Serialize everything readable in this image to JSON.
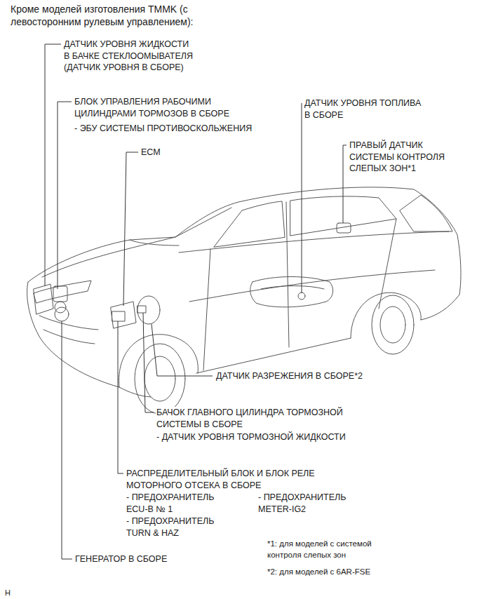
{
  "diagram": {
    "title": "Кроме моделей изготовления TMMK (с левосторонним рулевым управлением):",
    "labels": [
      "ДАТЧИК УРОВНЯ ЖИДКОСТИ В БАЧКЕ СТЕКЛООМЫВАТЕЛЯ (ДАТЧИК УРОВНЯ В СБОРЕ)",
      "БЛОК УПРАВЛЕНИЯ РАБОЧИМИ ЦИЛИНДРАМИ ТОРМОЗОВ В СБОРЕ",
      "- ЭБУ СИСТЕМЫ ПРОТИВОСКОЛЬЖЕНИЯ",
      "ECM",
      "ДАТЧИК УРОВНЯ ТОПЛИВА В СБОРЕ",
      "ПРАВЫЙ ДАТЧИК СИСТЕМЫ КОНТРОЛЯ СЛЕПЫХ ЗОН*1",
      "ДАТЧИК РАЗРЕЖЕНИЯ В СБОРЕ*2",
      "БАЧОК ГЛАВНОГО ЦИЛИНДРА ТОРМОЗНОЙ СИСТЕМЫ В СБОРЕ",
      "- ДАТЧИК УРОВНЯ ТОРМОЗНОЙ ЖИДКОСТИ",
      "РАСПРЕДЕЛИТЕЛЬНЫЙ БЛОК И БЛОК РЕЛЕ МОТОРНОГО ОТСЕКА В СБОРЕ",
      "- ПРЕДОХРАНИТЕЛЬ ECU-B № 1",
      "- ПРЕДОХРАНИТЕЛЬ METER-IG2",
      "- ПРЕДОХРАНИТЕЛЬ TURN & HAZ",
      "ГЕНЕРАТОР В СБОРЕ",
      "*1: для моделей с системой контроля слепых зон",
      "*2: для моделей с 6AR-FSE",
      "H"
    ]
  }
}
